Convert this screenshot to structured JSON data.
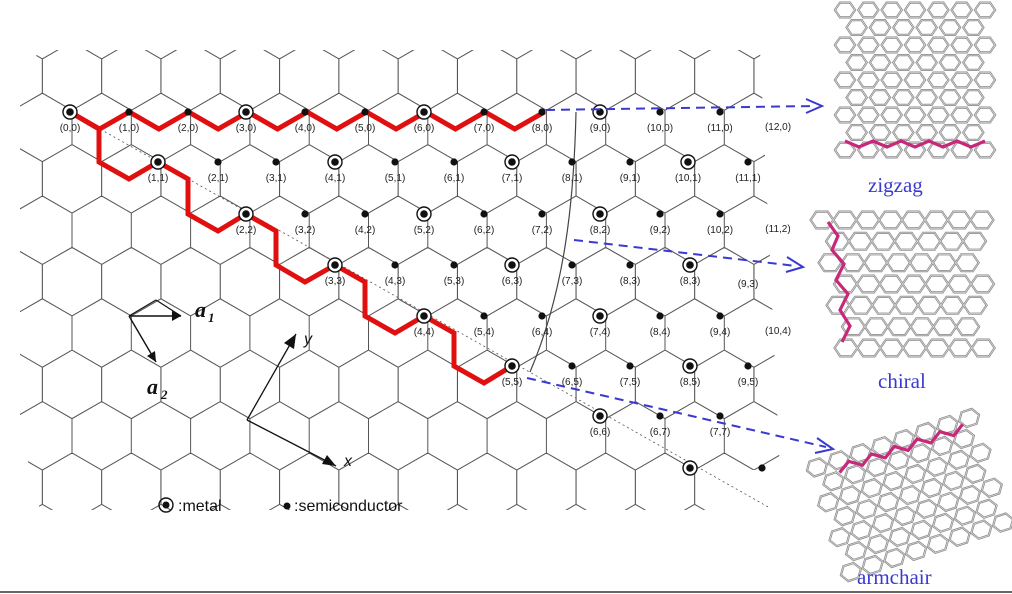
{
  "lattice_points": [
    {
      "label": "(0,0)",
      "type": "metal"
    },
    {
      "label": "(1,0)",
      "type": "semiconductor"
    },
    {
      "label": "(2,0)",
      "type": "semiconductor"
    },
    {
      "label": "(3,0)",
      "type": "metal"
    },
    {
      "label": "(4,0)",
      "type": "semiconductor"
    },
    {
      "label": "(5,0)",
      "type": "semiconductor"
    },
    {
      "label": "(6,0)",
      "type": "metal"
    },
    {
      "label": "(7,0)",
      "type": "semiconductor"
    },
    {
      "label": "(8,0)",
      "type": "semiconductor"
    },
    {
      "label": "(9,0)",
      "type": "metal"
    },
    {
      "label": "(10,0)",
      "type": "semiconductor"
    },
    {
      "label": "(11,0)",
      "type": "semiconductor"
    },
    {
      "label": "(12,0)",
      "type": "none"
    },
    {
      "label": "(1,1)",
      "type": "metal"
    },
    {
      "label": "(2,1)",
      "type": "semiconductor"
    },
    {
      "label": "(3,1)",
      "type": "semiconductor"
    },
    {
      "label": "(4,1)",
      "type": "metal"
    },
    {
      "label": "(5,1)",
      "type": "semiconductor"
    },
    {
      "label": "(6,1)",
      "type": "semiconductor"
    },
    {
      "label": "(7,1)",
      "type": "metal"
    },
    {
      "label": "(8,1)",
      "type": "semiconductor"
    },
    {
      "label": "(9,1)",
      "type": "semiconductor"
    },
    {
      "label": "(10,1)",
      "type": "metal"
    },
    {
      "label": "(11,1)",
      "type": "semiconductor"
    },
    {
      "label": "(2,2)",
      "type": "metal"
    },
    {
      "label": "(3,2)",
      "type": "semiconductor"
    },
    {
      "label": "(4,2)",
      "type": "semiconductor"
    },
    {
      "label": "(5,2)",
      "type": "metal"
    },
    {
      "label": "(6,2)",
      "type": "semiconductor"
    },
    {
      "label": "(7,2)",
      "type": "semiconductor"
    },
    {
      "label": "(8,2)",
      "type": "metal"
    },
    {
      "label": "(9,2)",
      "type": "semiconductor"
    },
    {
      "label": "(10,2)",
      "type": "semiconductor"
    },
    {
      "label": "(11,2)",
      "type": "none"
    },
    {
      "label": "(3,3)",
      "type": "metal"
    },
    {
      "label": "(4,3)",
      "type": "semiconductor"
    },
    {
      "label": "(5,3)",
      "type": "semiconductor"
    },
    {
      "label": "(6,3)",
      "type": "metal"
    },
    {
      "label": "(7,3)",
      "type": "semiconductor"
    },
    {
      "label": "(8,3)",
      "type": "semiconductor"
    },
    {
      "label": "(8,3)",
      "type": "metal"
    },
    {
      "label": "(9,3)",
      "type": "none"
    },
    {
      "label": "(4,4)",
      "type": "metal"
    },
    {
      "label": "(5,4)",
      "type": "semiconductor"
    },
    {
      "label": "(6,4)",
      "type": "semiconductor"
    },
    {
      "label": "(7,4)",
      "type": "metal"
    },
    {
      "label": "(8,4)",
      "type": "semiconductor"
    },
    {
      "label": "(9,4)",
      "type": "semiconductor"
    },
    {
      "label": "(10,4)",
      "type": "none"
    },
    {
      "label": "(5,5)",
      "type": "metal"
    },
    {
      "label": "(6,5)",
      "type": "semiconductor"
    },
    {
      "label": "(7,5)",
      "type": "semiconductor"
    },
    {
      "label": "(8,5)",
      "type": "metal"
    },
    {
      "label": "(9,5)",
      "type": "semiconductor"
    },
    {
      "label": "(6,6)",
      "type": "metal"
    },
    {
      "label": "(6,7)",
      "type": "semiconductor"
    },
    {
      "label": "(7,7)",
      "type": "semiconductor"
    },
    {
      "label": "",
      "type": "metal"
    },
    {
      "label": "",
      "type": "semiconductor"
    }
  ],
  "vectors": {
    "a1": "a",
    "a1_sub": "1",
    "a2": "a",
    "a2_sub": "2"
  },
  "axes": {
    "x": "x",
    "y": "y"
  },
  "legend": {
    "metal": ":metal",
    "semiconductor": ":semiconductor"
  },
  "tubes": [
    {
      "label": "zigzag"
    },
    {
      "label": "chiral"
    },
    {
      "label": "armchair"
    }
  ],
  "colors": {
    "path": "#e01010",
    "arrow": "#3a3ad0",
    "tube_highlight": "#c8287a",
    "lattice": "#555555"
  }
}
